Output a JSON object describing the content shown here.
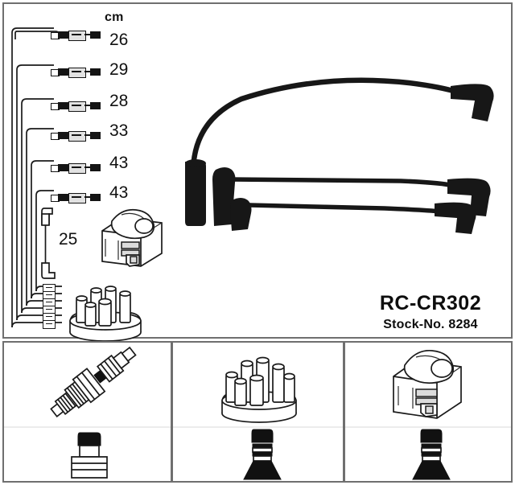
{
  "product": {
    "part_number": "RC-CR302",
    "stock_label": "Stock-No. 8284"
  },
  "measurements": {
    "unit_header": "cm",
    "leads": [
      {
        "label": "26"
      },
      {
        "label": "29"
      },
      {
        "label": "28"
      },
      {
        "label": "33"
      },
      {
        "label": "43"
      },
      {
        "label": "43"
      }
    ],
    "short_cable": {
      "label": "25"
    }
  },
  "components": {
    "coil_connector": "ignition-coil-connector",
    "distributor_cap": "distributor-cap",
    "cable_photo": "ignition-cable-set-photo"
  },
  "legend_cells": [
    {
      "top_icon": "spark-plug-icon",
      "bottom_icon": "spark-plug-boot-icon"
    },
    {
      "top_icon": "distributor-cap-icon",
      "bottom_icon": "distributor-terminal-boot-icon"
    },
    {
      "top_icon": "ignition-coil-icon",
      "bottom_icon": "coil-terminal-boot-icon"
    }
  ],
  "colors": {
    "border": "#6f6f6f",
    "ink": "#1a1a1a",
    "cable": "#171717"
  }
}
